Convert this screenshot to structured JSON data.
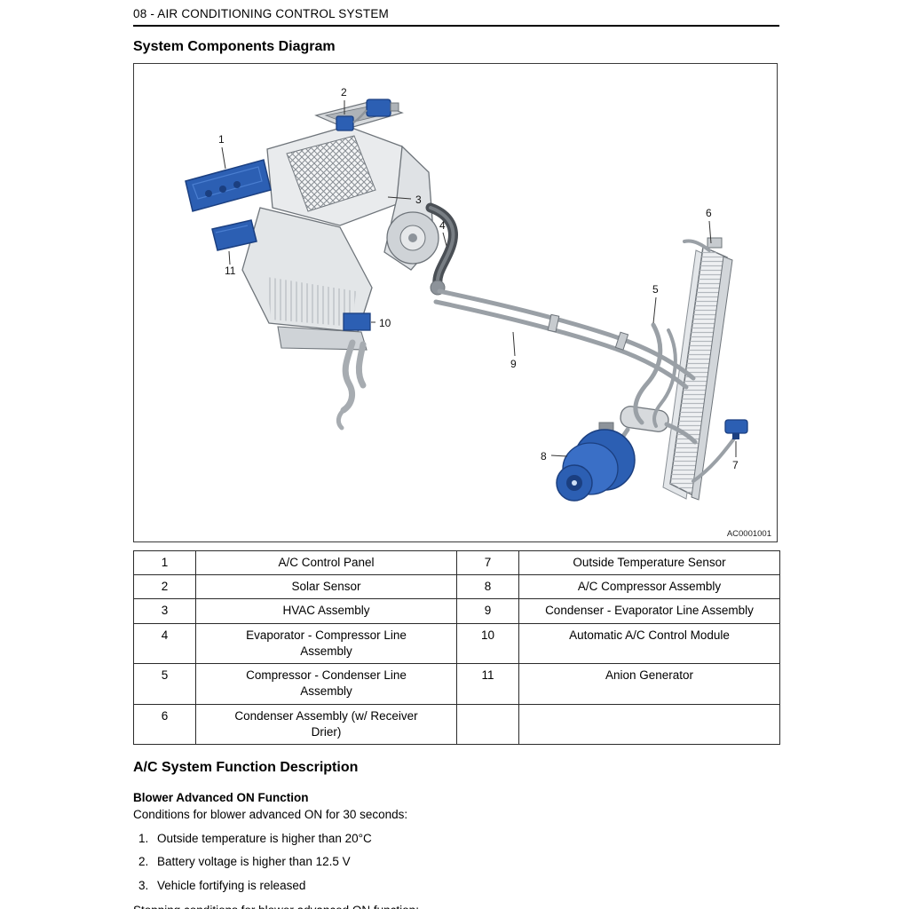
{
  "header": {
    "title": "08 - AIR CONDITIONING CONTROL SYSTEM"
  },
  "section": {
    "title": "System Components Diagram"
  },
  "diagram": {
    "figure_code": "AC0001001",
    "callouts": [
      "1",
      "2",
      "3",
      "4",
      "5",
      "6",
      "7",
      "8",
      "9",
      "10",
      "11"
    ]
  },
  "components_table": {
    "rows": [
      [
        "1",
        "A/C Control Panel",
        "7",
        "Outside Temperature Sensor"
      ],
      [
        "2",
        "Solar Sensor",
        "8",
        "A/C Compressor Assembly"
      ],
      [
        "3",
        "HVAC Assembly",
        "9",
        "Condenser - Evaporator Line Assembly"
      ],
      [
        "4",
        "Evaporator - Compressor Line\nAssembly",
        "10",
        "Automatic A/C Control Module"
      ],
      [
        "5",
        "Compressor - Condenser Line\nAssembly",
        "11",
        "Anion Generator"
      ],
      [
        "6",
        "Condenser Assembly (w/ Receiver\nDrier)",
        "",
        ""
      ]
    ]
  },
  "function_description": {
    "heading": "A/C System Function Description",
    "blower_subheading": "Blower Advanced ON Function",
    "conditions_intro": "Conditions for blower advanced ON for 30 seconds:",
    "conditions": [
      {
        "num": "1.",
        "text": "Outside temperature is higher than 20°C"
      },
      {
        "num": "2.",
        "text": "Battery voltage is higher than 12.5 V"
      },
      {
        "num": "3.",
        "text": "Vehicle fortifying is released"
      }
    ],
    "stopping_intro": "Stopping conditions for blower advanced ON function:"
  }
}
